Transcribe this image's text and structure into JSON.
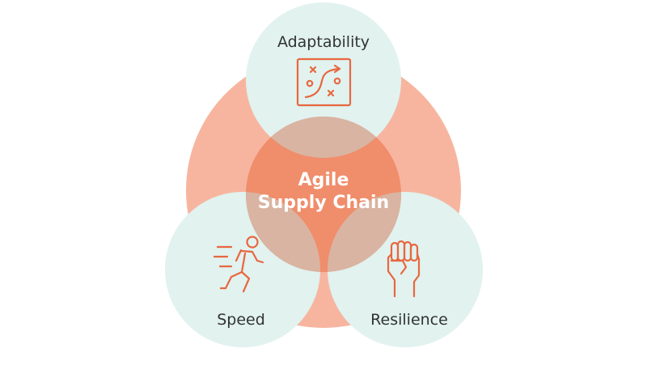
{
  "diagram": {
    "center": {
      "line1": "Agile",
      "line2": "Supply Chain"
    },
    "nodes": {
      "top": {
        "label": "Adaptability",
        "icon": "strategy-board-icon"
      },
      "left": {
        "label": "Speed",
        "icon": "running-person-icon"
      },
      "right": {
        "label": "Resilience",
        "icon": "raised-fist-icon"
      }
    },
    "colors": {
      "big_ring": "#f7b5a0",
      "small_circle": "#e1f2ef",
      "center_disc": "#f08d6b",
      "icon": "#e8673f",
      "label_text": "#333333"
    }
  }
}
